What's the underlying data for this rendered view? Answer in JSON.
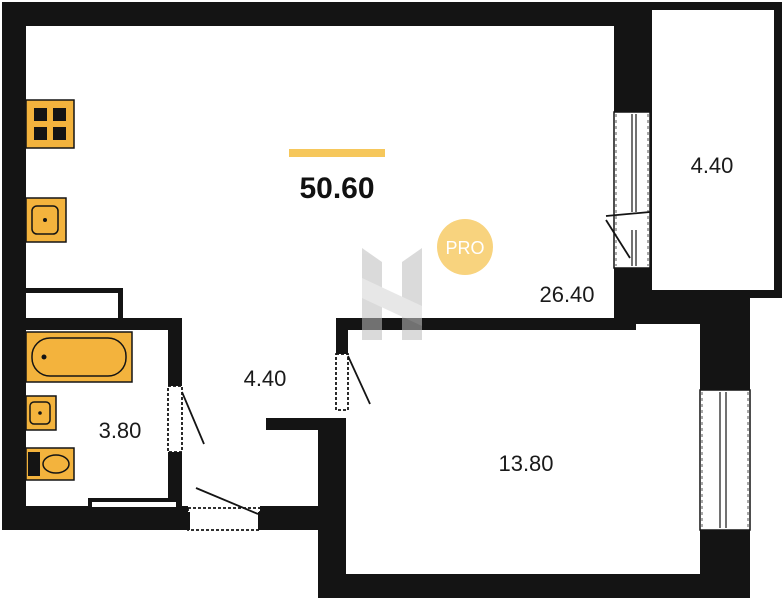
{
  "plan": {
    "total_area": "50.60",
    "badge": "PRO",
    "rooms": {
      "living_kitchen": "26.40",
      "balcony": "4.40",
      "hallway": "4.40",
      "bathroom": "3.80",
      "bedroom": "13.80"
    }
  },
  "colors": {
    "wall": "#141414",
    "fixture": "#F3B33D",
    "accent_bar": "#F6C75B",
    "pro_badge": "#F8D37E",
    "logo": "#C9C9C9"
  }
}
